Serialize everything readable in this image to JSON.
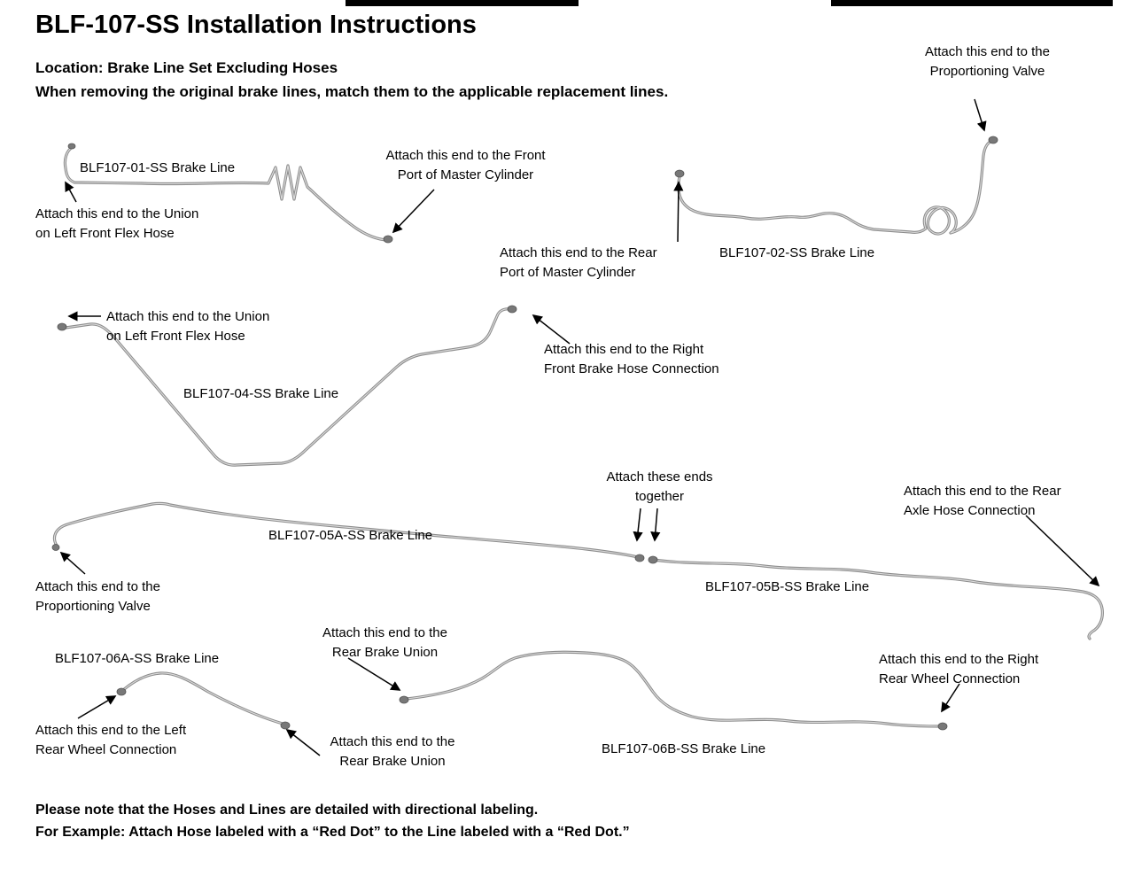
{
  "header": {
    "title": "BLF-107-SS Installation Instructions",
    "location": "Location: Brake Line Set Excluding Hoses",
    "note": "When removing the original brake lines, match them to the applicable replacement lines."
  },
  "line_labels": {
    "blf107_01": "BLF107-01-SS Brake Line",
    "blf107_02": "BLF107-02-SS Brake Line",
    "blf107_04": "BLF107-04-SS Brake Line",
    "blf107_05a": "BLF107-05A-SS Brake Line",
    "blf107_05b": "BLF107-05B-SS Brake Line",
    "blf107_06a": "BLF107-06A-SS Brake Line",
    "blf107_06b": "BLF107-06B-SS Brake Line"
  },
  "callouts": {
    "prop_valve_top": "Attach this end to the\nProportioning Valve",
    "union_left_front_hose_1": "Attach this end to the Union\non Left Front Flex Hose",
    "front_port_master_cylinder": "Attach this end to the Front\nPort of Master Cylinder",
    "rear_port_master_cylinder": "Attach this end to the Rear\nPort of Master Cylinder",
    "union_left_front_hose_2": "Attach this end to the Union\non Left Front Flex Hose",
    "right_front_brake_hose": "Attach this end to the Right\nFront Brake Hose Connection",
    "ends_together": "Attach these ends\ntogether",
    "rear_axle_hose": "Attach this end to the Rear\nAxle Hose Connection",
    "prop_valve_bottom": "Attach this end to the\nProportioning Valve",
    "rear_brake_union_top": "Attach this end to the\nRear Brake Union",
    "right_rear_wheel": "Attach this end to the Right\nRear Wheel Connection",
    "left_rear_wheel": "Attach this end to the Left\nRear Wheel Connection",
    "rear_brake_union_bottom": "Attach this end to the\nRear Brake Union"
  },
  "footer": {
    "note1": "Please note that the Hoses and Lines are detailed with directional labeling.",
    "note2": "For Example: Attach Hose labeled with a “Red Dot” to the Line labeled with a “Red Dot.”"
  },
  "colors": {
    "brake_line": "#8d8d8d",
    "text": "#000000",
    "background": "#ffffff"
  }
}
